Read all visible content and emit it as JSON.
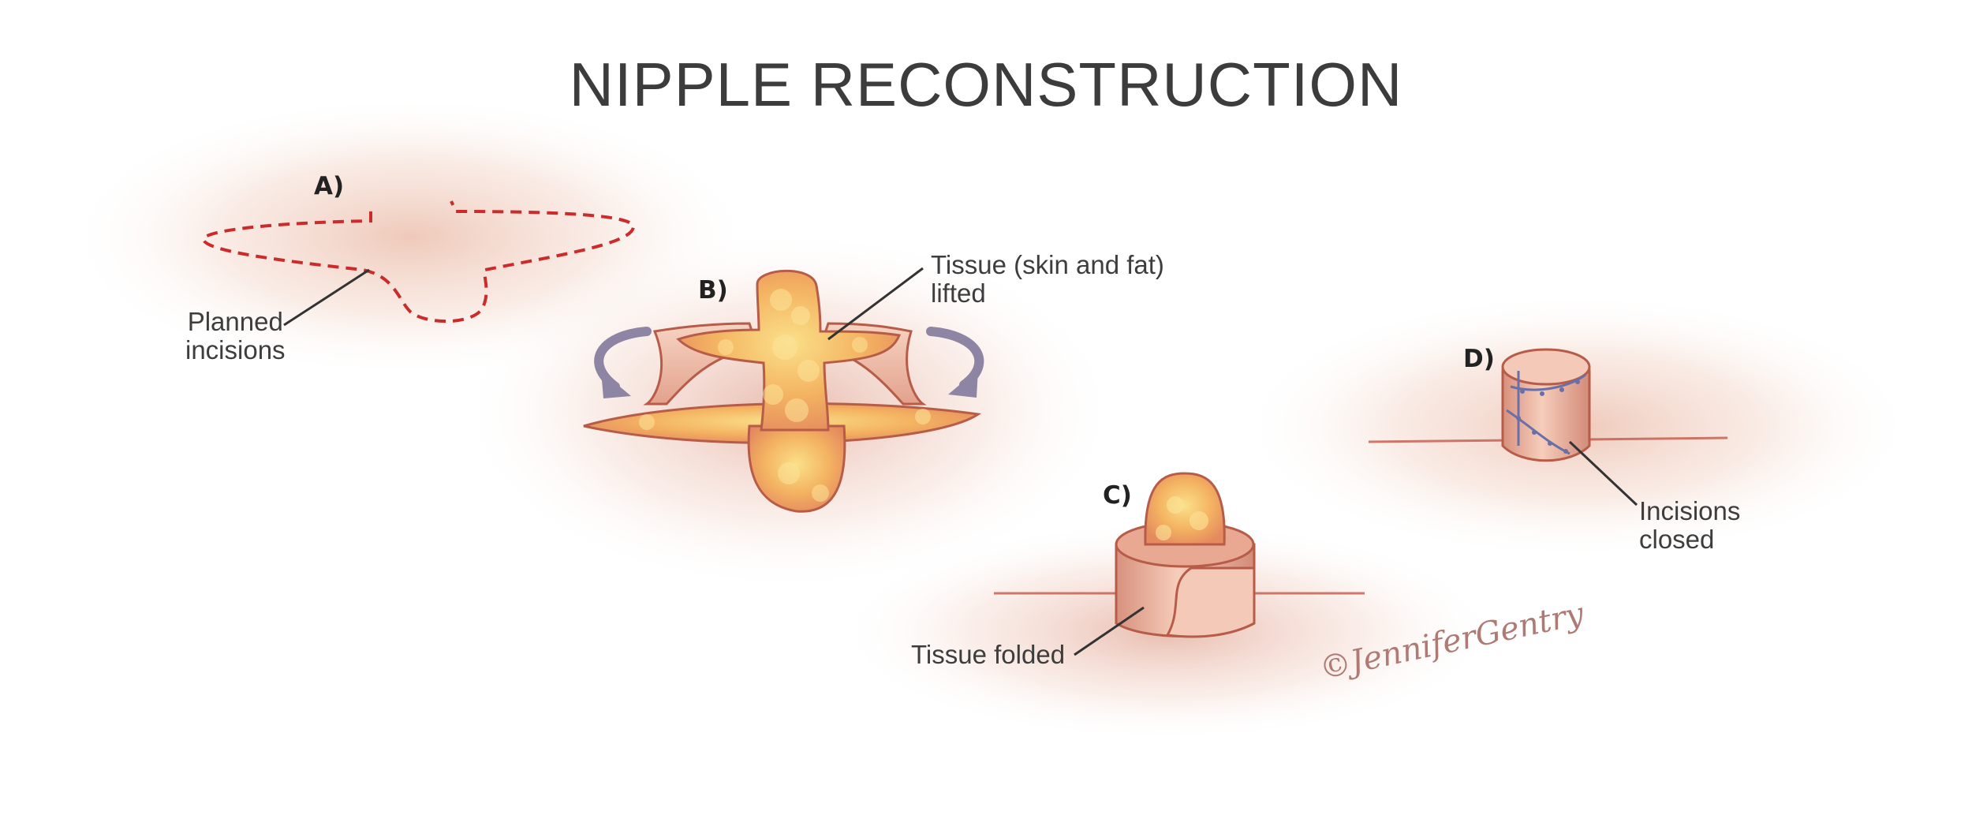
{
  "title": "NIPPLE RECONSTRUCTION",
  "steps": {
    "a": "A)",
    "b": "B)",
    "c": "C)",
    "d": "D)"
  },
  "callouts": {
    "planned": [
      "Planned",
      "incisions"
    ],
    "lifted": [
      "Tissue (skin and fat)",
      "lifted"
    ],
    "folded": [
      "Tissue folded"
    ],
    "closed": [
      "Incisions",
      "closed"
    ]
  },
  "signature": "©JenniferGentry",
  "colors": {
    "skin": "#f3c7b4",
    "skin_shadow": "#d99c8a",
    "fat": "#f4b35f",
    "incision": "#cc2b2b",
    "arrow": "#8e84a3",
    "suture": "#6b6fa8",
    "text": "#3d3d3d"
  }
}
